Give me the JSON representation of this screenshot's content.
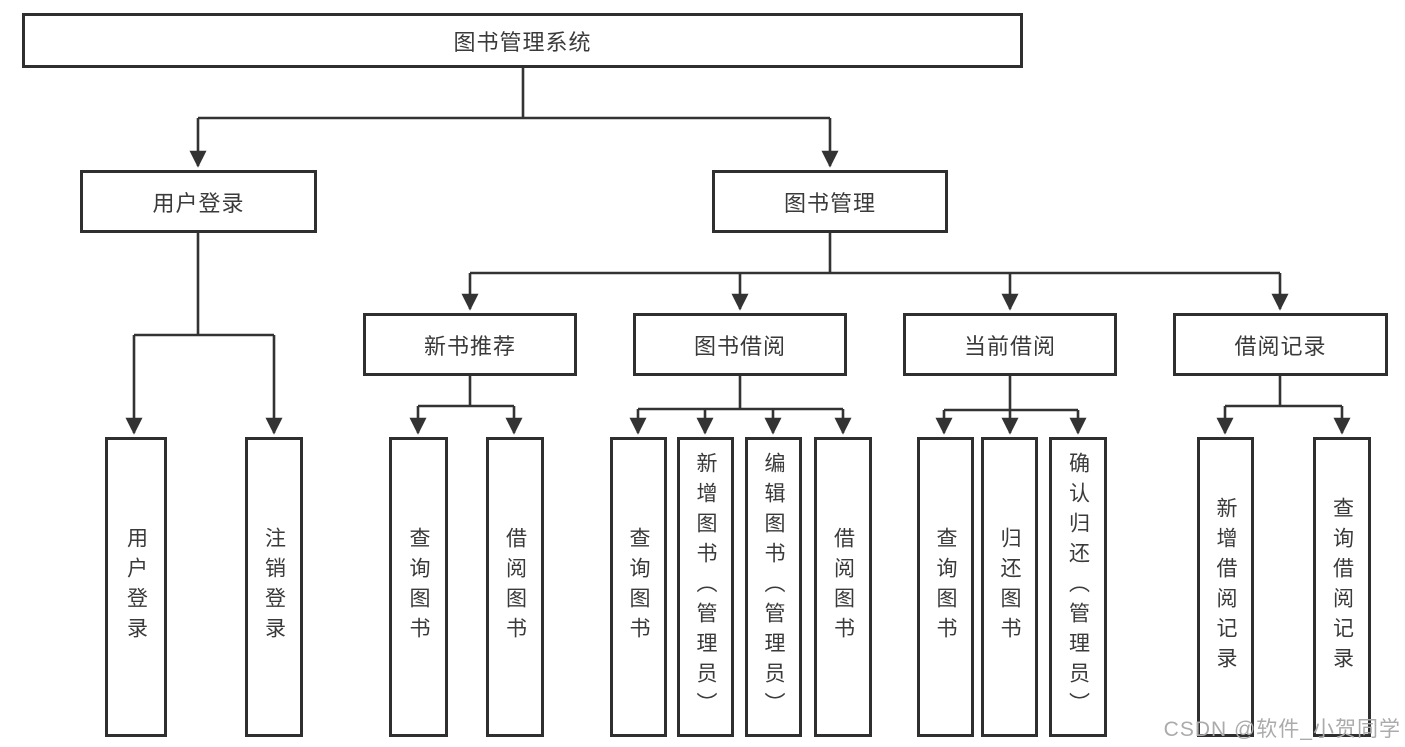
{
  "colors": {
    "line": "#333333",
    "border": "#2f2f2f",
    "text": "#3a3a3a",
    "watermark": "#ababab",
    "background": "#ffffff"
  },
  "watermark": {
    "text": "CSDN @软件_小贺同学"
  },
  "diagram": {
    "type": "tree",
    "root": {
      "label": "图书管理系统",
      "children": [
        {
          "label": "用户登录",
          "children": [
            {
              "label": "用户登录"
            },
            {
              "label": "注销登录"
            }
          ]
        },
        {
          "label": "图书管理",
          "children": [
            {
              "label": "新书推荐",
              "children": [
                {
                  "label": "查询图书"
                },
                {
                  "label": "借阅图书"
                }
              ]
            },
            {
              "label": "图书借阅",
              "children": [
                {
                  "label": "查询图书"
                },
                {
                  "label": "新增图书（管理员）"
                },
                {
                  "label": "编辑图书（管理员）"
                },
                {
                  "label": "借阅图书"
                }
              ]
            },
            {
              "label": "当前借阅",
              "children": [
                {
                  "label": "查询图书"
                },
                {
                  "label": "归还图书"
                },
                {
                  "label": "确认归还（管理员）"
                }
              ]
            },
            {
              "label": "借阅记录",
              "children": [
                {
                  "label": "新增借阅记录"
                },
                {
                  "label": "查询借阅记录"
                }
              ]
            }
          ]
        }
      ]
    }
  }
}
